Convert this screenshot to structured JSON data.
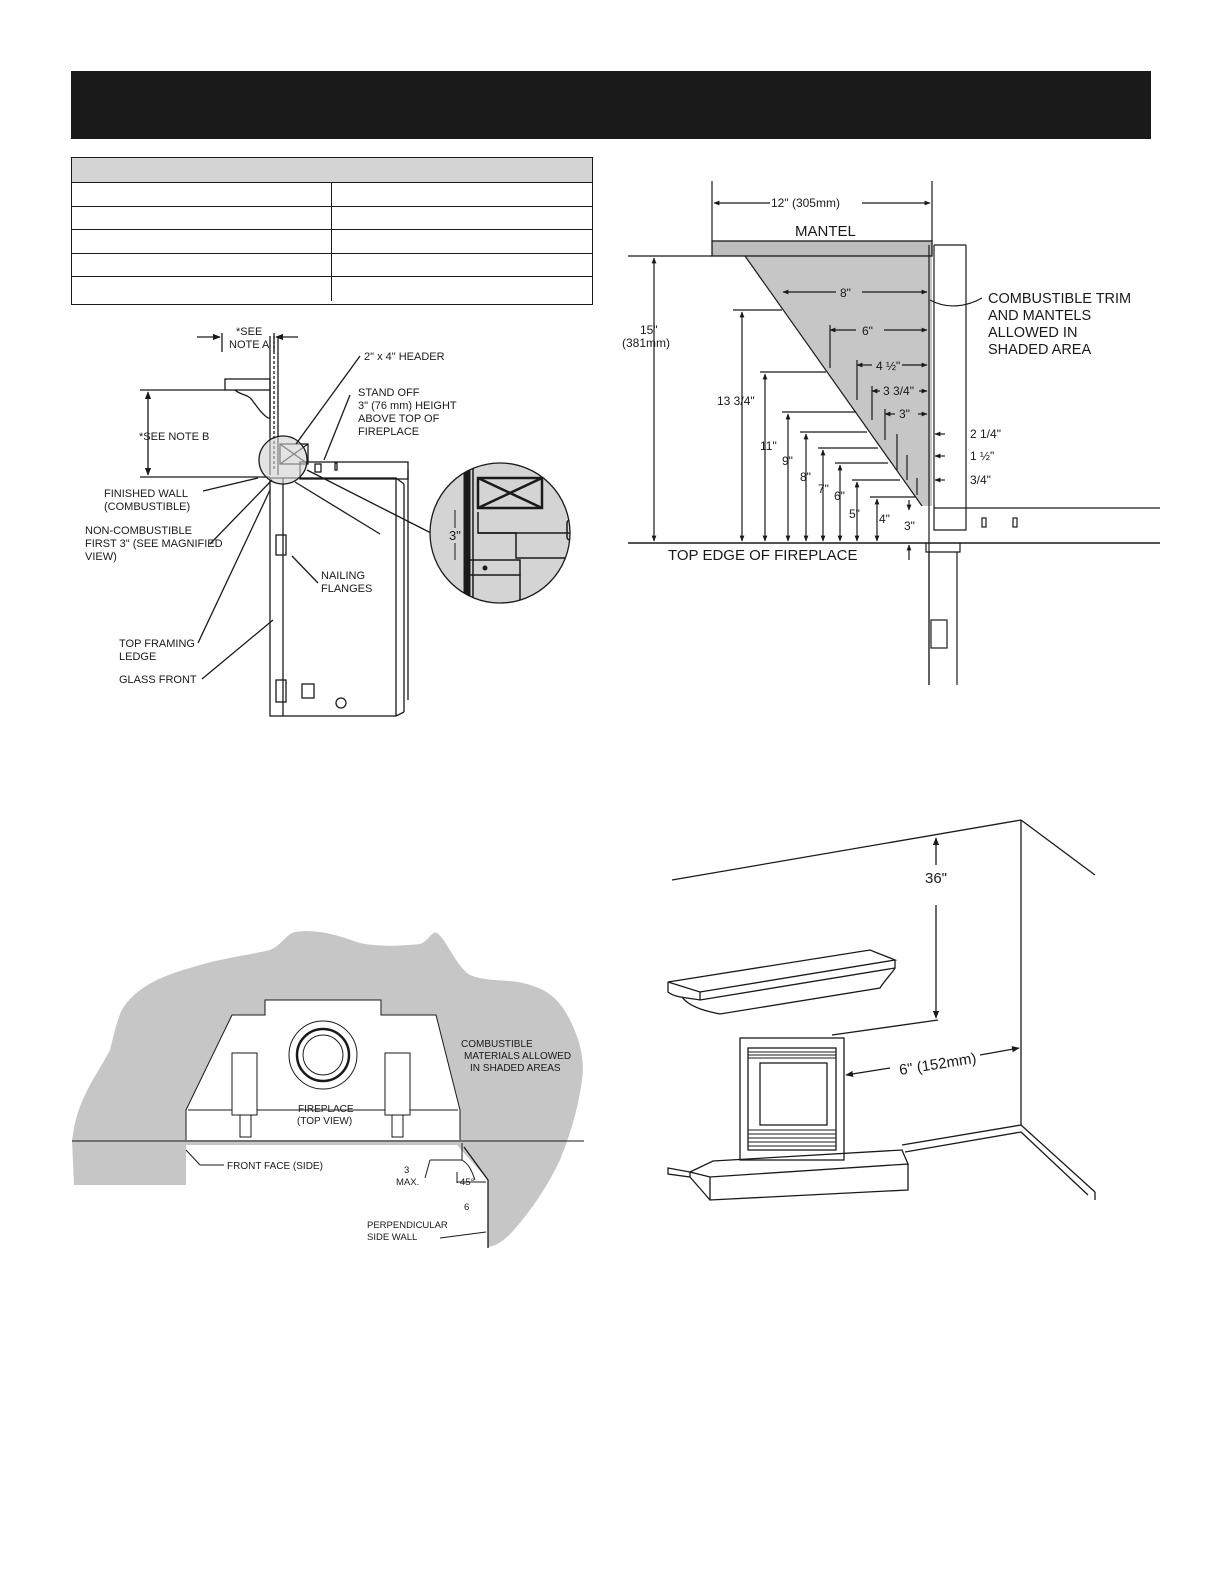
{
  "fig1": {
    "see_note_a": [
      "*SEE",
      "NOTE A"
    ],
    "header": "2\" x 4\" HEADER",
    "stand_off": [
      "STAND OFF",
      "3\" (76 mm) HEIGHT",
      "ABOVE TOP OF",
      "FIREPLACE"
    ],
    "see_note_b": "*SEE NOTE B",
    "finished_wall": [
      "FINISHED WALL",
      "(COMBUSTIBLE)"
    ],
    "non_combustible": [
      "NON-COMBUSTIBLE",
      "FIRST 3\" (SEE MAGNIFIED",
      "VIEW)"
    ],
    "nailing_flanges": [
      "NAILING",
      "FLANGES"
    ],
    "top_framing": [
      "TOP FRAMING",
      "LEDGE"
    ],
    "glass_front": "GLASS FRONT",
    "magnified_dim": "3\""
  },
  "fig2": {
    "width_dim": "12\" (305mm)",
    "mantel": "MANTEL",
    "height_dim": [
      "15\"",
      "(381mm)"
    ],
    "note": [
      "COMBUSTIBLE TRIM",
      "AND MANTELS",
      "ALLOWED IN",
      "SHADED AREA"
    ],
    "depths": [
      "8\"",
      "6\"",
      "4 ½\"",
      "3 3/4\"",
      "3\"",
      "2 1/4\"",
      "1 ½\"",
      "3/4\""
    ],
    "heights": [
      "13 3/4\"",
      "11\"",
      "9\"",
      "8\"",
      "7\"",
      "6\"",
      "5\"",
      "4\"",
      "3\""
    ],
    "top_edge": "TOP EDGE OF FIREPLACE"
  },
  "fig3": {
    "combustible": [
      "COMBUSTIBLE",
      "MATERIALS ALLOWED",
      "IN SHADED AREAS"
    ],
    "fireplace": [
      "FIREPLACE",
      "(TOP VIEW)"
    ],
    "front_face": "FRONT FACE (SIDE)",
    "three": "3",
    "max": "MAX.",
    "angle": "45°",
    "six": "6",
    "side_wall": [
      "PERPENDICULAR",
      "SIDE WALL"
    ]
  },
  "fig4": {
    "ceiling_dim": "36\"",
    "side_dim": "6\" (152mm)"
  },
  "colors": {
    "ink": "#1a1a1a",
    "shade": "#c6c6c6",
    "panel": "#d4d4d4"
  }
}
